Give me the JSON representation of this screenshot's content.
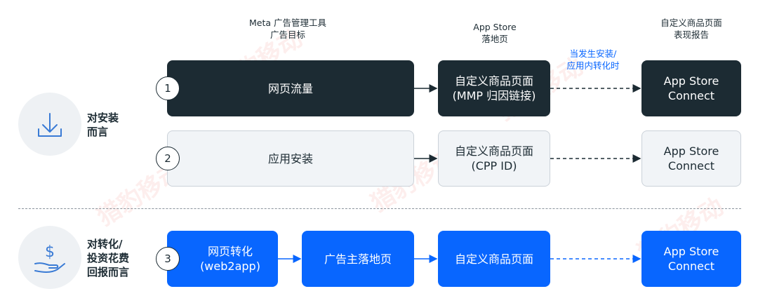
{
  "headers": {
    "ads_manager": [
      "Meta 广告管理工具",
      "广告目标"
    ],
    "app_store": [
      "App Store",
      "落地页"
    ],
    "cpp_report": [
      "自定义商品页面",
      "表现报告"
    ]
  },
  "trigger_label": [
    "当发生安装/",
    "应用内转化时"
  ],
  "groups": {
    "install": {
      "label": [
        "对安装",
        "而言"
      ],
      "icon": "download-icon"
    },
    "conversion": {
      "label": [
        "对转化/",
        "投资花费",
        "回报而言"
      ],
      "icon": "dollar-hand-icon"
    }
  },
  "rows": [
    {
      "step": "1",
      "objective": [
        "网页流量"
      ],
      "landing": [
        "自定义商品页面",
        "(MMP 归因链接)"
      ],
      "report": [
        "App Store",
        "Connect"
      ]
    },
    {
      "step": "2",
      "objective": [
        "应用安装"
      ],
      "landing": [
        "自定义商品页面",
        "(CPP ID)"
      ],
      "report": [
        "App Store",
        "Connect"
      ]
    },
    {
      "step": "3",
      "objective": [
        "网页转化",
        "(web2app)"
      ],
      "advertiser_page": [
        "广告主落地页"
      ],
      "landing": [
        "自定义商品页面"
      ],
      "report": [
        "App Store",
        "Connect"
      ]
    }
  ],
  "colors": {
    "dark": "#1c2b33",
    "blue": "#0866ff",
    "light": "#f1f4f7",
    "watermark": "#e8463c"
  },
  "watermark_text": "猎豹移动"
}
